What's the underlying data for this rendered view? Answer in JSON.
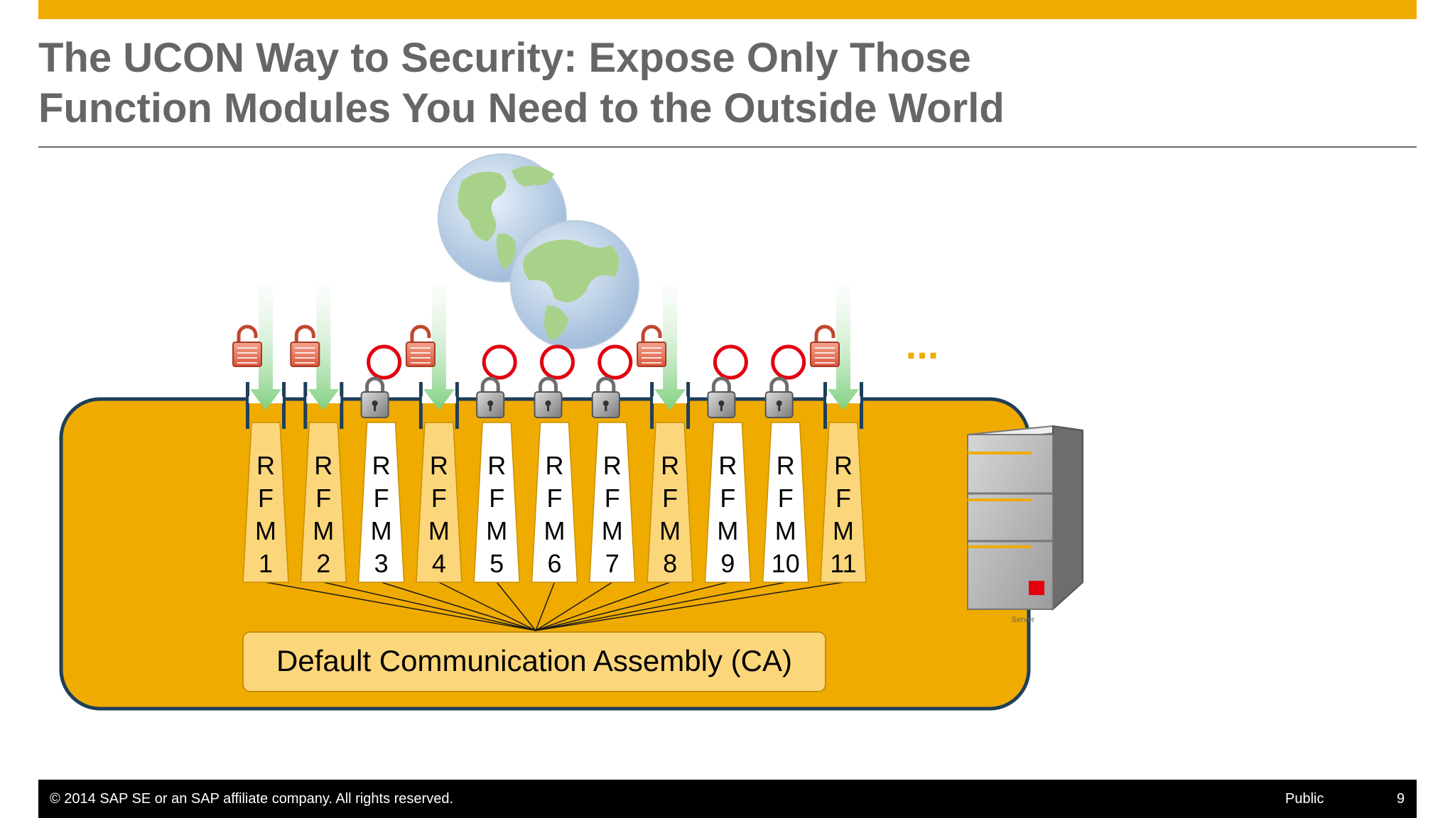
{
  "slide": {
    "title_line1": "The UCON Way to Security: Expose Only Those",
    "title_line2": "Function Modules You Need to the Outside World",
    "ca_label": "Default Communication Assembly (CA)",
    "ellipsis": "...",
    "server_label": "Server"
  },
  "rfms": [
    {
      "letters": [
        "R",
        "F",
        "M",
        "1"
      ],
      "exposed": true
    },
    {
      "letters": [
        "R",
        "F",
        "M",
        "2"
      ],
      "exposed": true
    },
    {
      "letters": [
        "R",
        "F",
        "M",
        "3"
      ],
      "exposed": false
    },
    {
      "letters": [
        "R",
        "F",
        "M",
        "4"
      ],
      "exposed": true
    },
    {
      "letters": [
        "R",
        "F",
        "M",
        "5"
      ],
      "exposed": false
    },
    {
      "letters": [
        "R",
        "F",
        "M",
        "6"
      ],
      "exposed": false
    },
    {
      "letters": [
        "R",
        "F",
        "M",
        "7"
      ],
      "exposed": false
    },
    {
      "letters": [
        "R",
        "F",
        "M",
        "8"
      ],
      "exposed": true
    },
    {
      "letters": [
        "R",
        "F",
        "M",
        "9"
      ],
      "exposed": false
    },
    {
      "letters": [
        "R",
        "F",
        "M",
        "10"
      ],
      "exposed": false
    },
    {
      "letters": [
        "R",
        "F",
        "M",
        "11"
      ],
      "exposed": true
    }
  ],
  "colors": {
    "accent": "#f0ab00",
    "exposed_fill": "#fcd67a",
    "blocked_ring": "#e3000f",
    "container_border": "#1f3f5a"
  },
  "icons": {
    "open": "unlocked-padlock-icon",
    "closed": "locked-padlock-icon",
    "blocked": "red-circle-icon",
    "inbound": "green-arrow-icon"
  },
  "footer": {
    "copyright": "© 2014 SAP SE or an SAP affiliate company. All rights reserved.",
    "classification": "Public",
    "page": "9"
  }
}
